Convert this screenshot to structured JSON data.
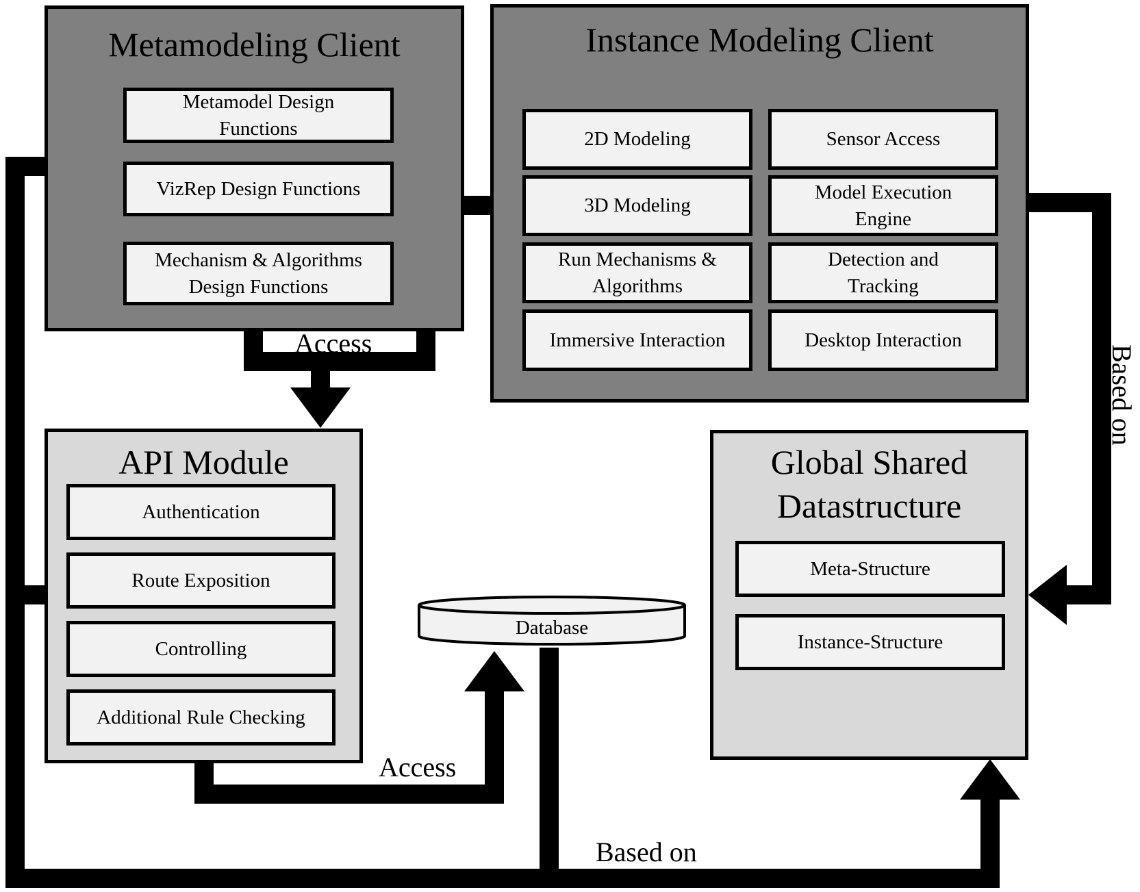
{
  "metamodeling_client": {
    "title": "Metamodeling Client",
    "items": [
      "Metamodel Design\nFunctions",
      "VizRep Design Functions",
      "Mechanism & Algorithms\nDesign Functions"
    ]
  },
  "instance_modeling_client": {
    "title": "Instance Modeling Client",
    "items": [
      "2D Modeling",
      "Sensor Access",
      "3D Modeling",
      "Model Execution\nEngine",
      "Run Mechanisms &\nAlgorithms",
      "Detection and\nTracking",
      "Immersive Interaction",
      "Desktop Interaction"
    ]
  },
  "api_module": {
    "title": "API Module",
    "items": [
      "Authentication",
      "Route Exposition",
      "Controlling",
      "Additional Rule Checking"
    ]
  },
  "global_shared_datastructure": {
    "title": "Global Shared\nDatastructure",
    "items": [
      "Meta-Structure",
      "Instance-Structure"
    ]
  },
  "database": {
    "label": "Database"
  },
  "connector_labels": {
    "access_top": "Access",
    "access_bottom": "Access",
    "based_on_right": "Based on",
    "based_on_bottom": "Based on"
  }
}
